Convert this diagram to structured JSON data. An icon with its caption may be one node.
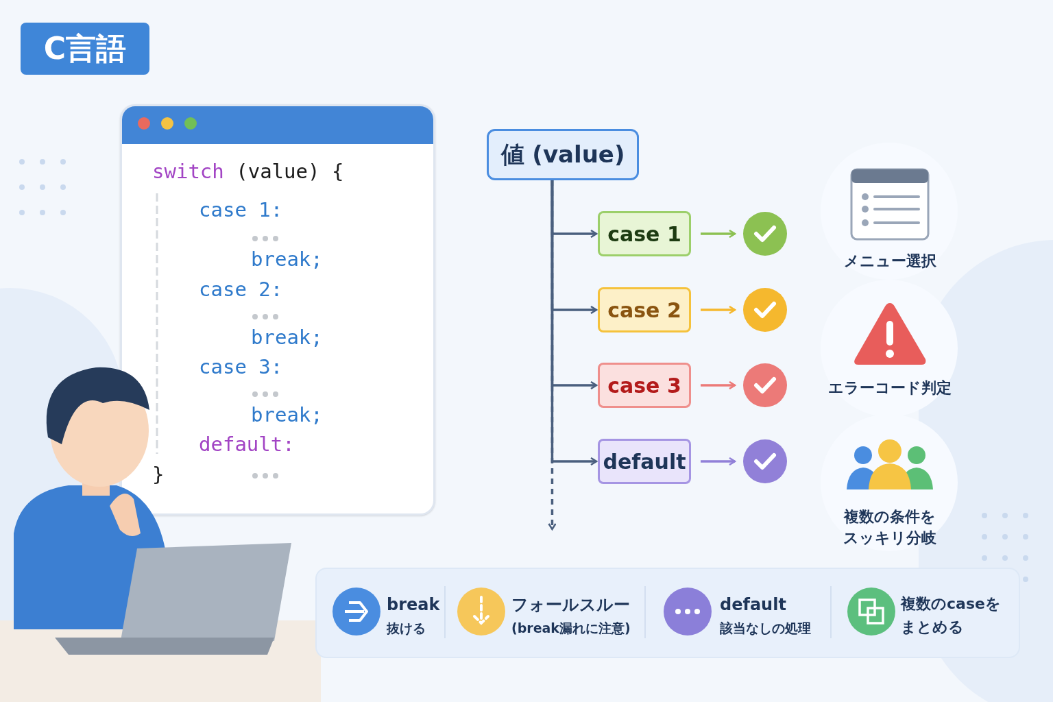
{
  "diagram": {
    "title": "C言語",
    "nodes": [
      {
        "text": [
          "値 (value)"
        ]
      },
      {
        "text": [
          "case 1"
        ]
      },
      {
        "text": [
          "case 2"
        ]
      },
      {
        "text": [
          "case 3"
        ]
      },
      {
        "text": [
          "default"
        ]
      },
      {
        "text": [],
        "shape": "circle"
      },
      {
        "text": [],
        "shape": "circle"
      },
      {
        "text": [],
        "shape": "circle"
      },
      {
        "text": [],
        "shape": "circle"
      }
    ],
    "edges": [
      {
        "from": 0,
        "to": 1,
        "arrow": "to"
      },
      {
        "from": 0,
        "to": 2,
        "arrow": "to"
      },
      {
        "from": 0,
        "to": 3,
        "arrow": "to"
      },
      {
        "from": 0,
        "to": 4,
        "arrow": "to"
      },
      {
        "from": 0,
        "to": null,
        "arrow": "to",
        "style": "dashed"
      },
      {
        "from": 1,
        "to": 5,
        "arrow": "to",
        "color": "#8cc152"
      },
      {
        "from": 2,
        "to": 6,
        "arrow": "to",
        "color": "#f5b82e"
      },
      {
        "from": 3,
        "to": 7,
        "arrow": "to",
        "color": "#ec7a78"
      },
      {
        "from": 4,
        "to": 8,
        "arrow": "to",
        "color": "#9180d8"
      }
    ],
    "labels": [
      "switch (value) {",
      "case 1:",
      "break;",
      "case 2:",
      "break;",
      "case 3:",
      "break;",
      "default:",
      "}",
      "メニュー選択",
      "エラーコード判定",
      "複数の条件をスッキリ分岐",
      "break",
      "抜ける",
      "フォールスルー",
      "(break漏れに注意)",
      "default",
      "該当なしの処理",
      "複数のcaseをまとめる"
    ]
  }
}
